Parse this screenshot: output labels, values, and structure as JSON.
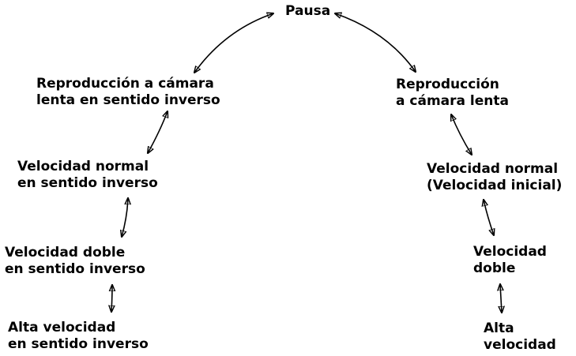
{
  "diagram": {
    "pause": [
      "Pausa"
    ],
    "left": [
      [
        "Reproducción a cámara",
        "lenta en sentido inverso"
      ],
      [
        "Velocidad normal",
        "en sentido inverso"
      ],
      [
        "Velocidad doble",
        "en sentido inverso"
      ],
      [
        "Alta velocidad",
        "en sentido inverso"
      ]
    ],
    "right": [
      [
        "Reproducción",
        "a cámara lenta"
      ],
      [
        "Velocidad normal",
        "(Velocidad inicial)"
      ],
      [
        "Velocidad",
        "doble"
      ],
      [
        "Alta",
        "velocidad"
      ]
    ]
  }
}
